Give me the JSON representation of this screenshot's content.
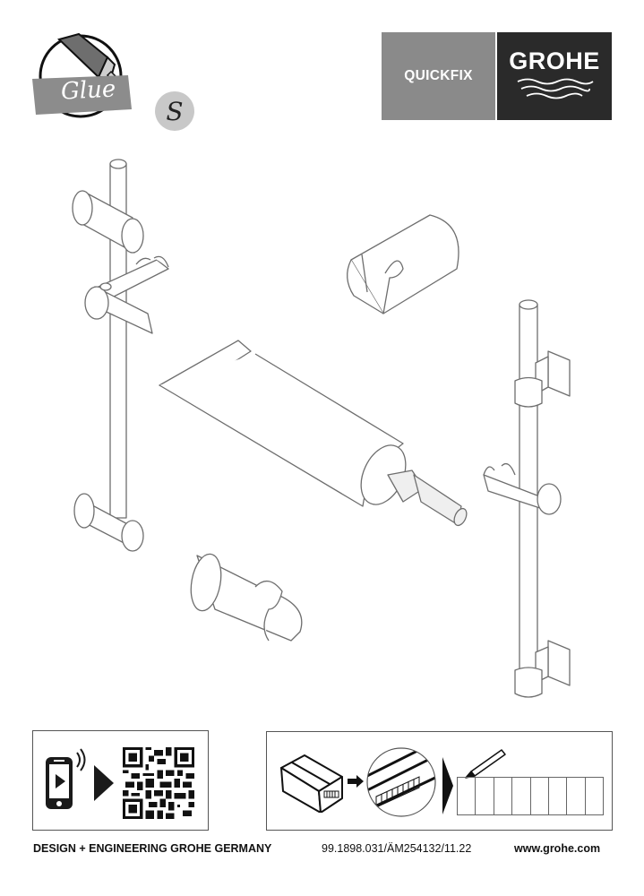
{
  "header": {
    "glue_badge_label": "Glue",
    "size_badge_label": "S",
    "product_line": "QUICKFIX",
    "brand": "GROHE"
  },
  "illustration": {
    "items": [
      {
        "name": "shower-rail-with-sliders",
        "description": "Shower rail with two round brackets and sliding hand-shower holder"
      },
      {
        "name": "wall-holder-top",
        "description": "Hand shower wall holder"
      },
      {
        "name": "glue-tube",
        "description": "Adhesive tube with nozzle"
      },
      {
        "name": "wall-holder-bottom",
        "description": "Hand shower wall holder"
      },
      {
        "name": "shower-rail-square-brackets",
        "description": "Shower rail with square wall brackets and sliding holder"
      }
    ]
  },
  "info_boxes": {
    "app_box": {
      "icons": [
        "smartphone-video-icon",
        "arrow-right-icon",
        "qr-code-icon"
      ]
    },
    "registration_box": {
      "icons": [
        "product-box-icon",
        "arrow-right-icon",
        "magnified-label-icon",
        "arrow-right-icon",
        "pencil-icon"
      ],
      "grid_cells": 8
    }
  },
  "footer": {
    "left": "DESIGN + ENGINEERING GROHE GERMANY",
    "center": "99.1898.031/ÄM254132/11.22",
    "right": "www.grohe.com"
  },
  "colors": {
    "quickfix_bg": "#8a8a8a",
    "grohe_bg": "#2a2a2a",
    "badge_gray": "#8c8c8c",
    "size_circle": "#c8c8c8",
    "line_art": "#6e6e6e"
  }
}
